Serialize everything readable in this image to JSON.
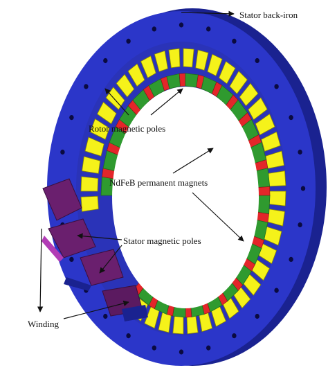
{
  "figure": {
    "labels": {
      "stator_back_iron": "Stator back-iron",
      "rotor_magnetic_poles": "Rotor magnetic poles",
      "ndfeb_magnets": "NdFeB permanent magnets",
      "stator_magnetic_poles": "Stator magnetic poles",
      "winding": "Winding"
    }
  },
  "colors": {
    "back_iron": "#2b36c9",
    "back_iron_side": "#1a2290",
    "stator_tooth": "#f5f21a",
    "rotor_pole": "#2f9a2f",
    "rotor_pole_dark": "#1e6e1e",
    "magnet": "#e3262a",
    "winding": "#6a1f6e",
    "winding_light": "#b13cb5",
    "bolt_hole": "#0a0a40"
  }
}
